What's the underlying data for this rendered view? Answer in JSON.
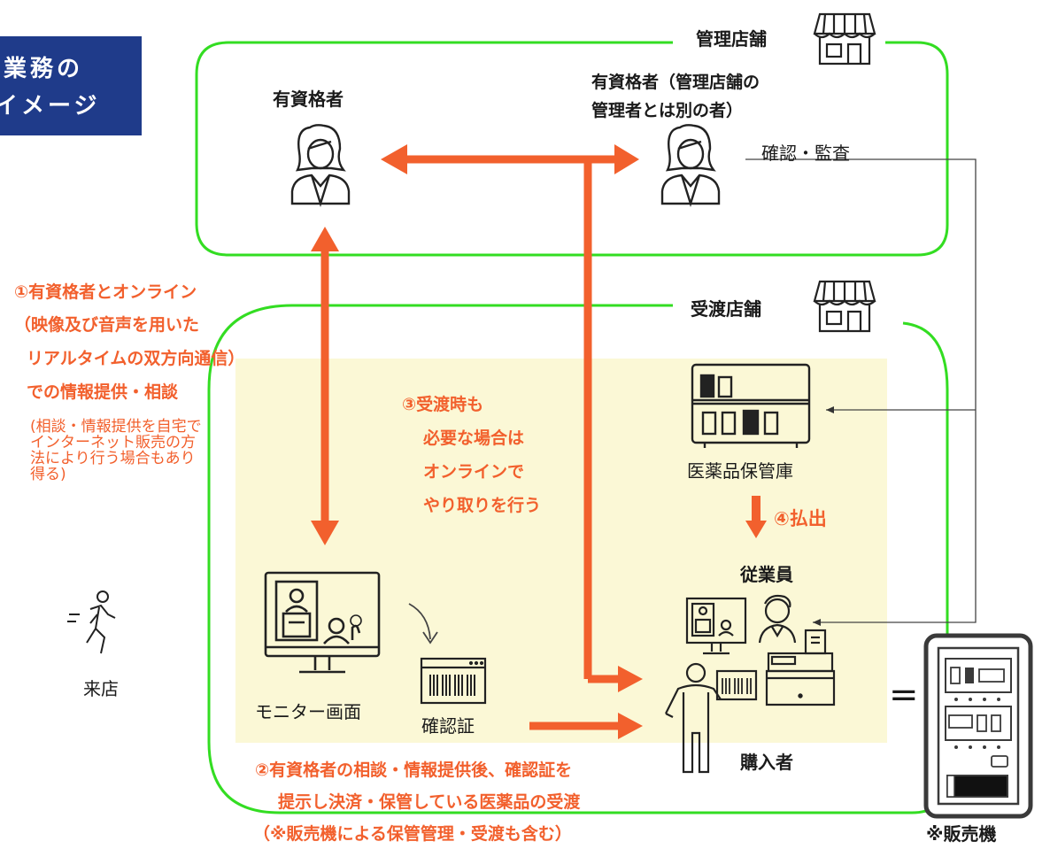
{
  "title": {
    "line1": "業務の",
    "line2": "イメージ"
  },
  "management_store": {
    "label": "管理店舗",
    "left_person": "有資格者",
    "right_person_line1": "有資格者（管理店舗の",
    "right_person_line2": "管理者とは別の者）",
    "audit_label": "確認・監査"
  },
  "delivery_store": {
    "label": "受渡店舗"
  },
  "step1": {
    "line1": "①有資格者とオンライン",
    "line2": "（映像及び音声を用いた",
    "line3": "リアルタイムの双方向通信）",
    "line4": "での情報提供・相談",
    "note_line1": "(相談・情報提供を自宅で",
    "note_line2": "インターネット販売の方",
    "note_line3": "法により行う場合もあり",
    "note_line4": "得る)"
  },
  "step3": {
    "line1": "③受渡時も",
    "line2": "必要な場合は",
    "line3": "オンラインで",
    "line4": "やり取りを行う"
  },
  "storage_label": "医薬品保管庫",
  "step4": "④払出",
  "employee": "従業員",
  "monitor_label": "モニター画面",
  "certificate_label": "確認証",
  "purchaser": "購入者",
  "visit_label": "来店",
  "equals": "=",
  "vending_label": "※販売機",
  "step2": {
    "line1": "②有資格者の相談・情報提供後、確認証を",
    "line2": "提示し決済・保管している医薬品の受渡",
    "line3": "（※販売機による保管管理・受渡も含む）"
  },
  "colors": {
    "orange": "#f2602d",
    "green": "#33dd22",
    "navy": "#1f3b8a",
    "yellow_bg": "#fbf8d6",
    "dark": "#1a1a1a"
  }
}
